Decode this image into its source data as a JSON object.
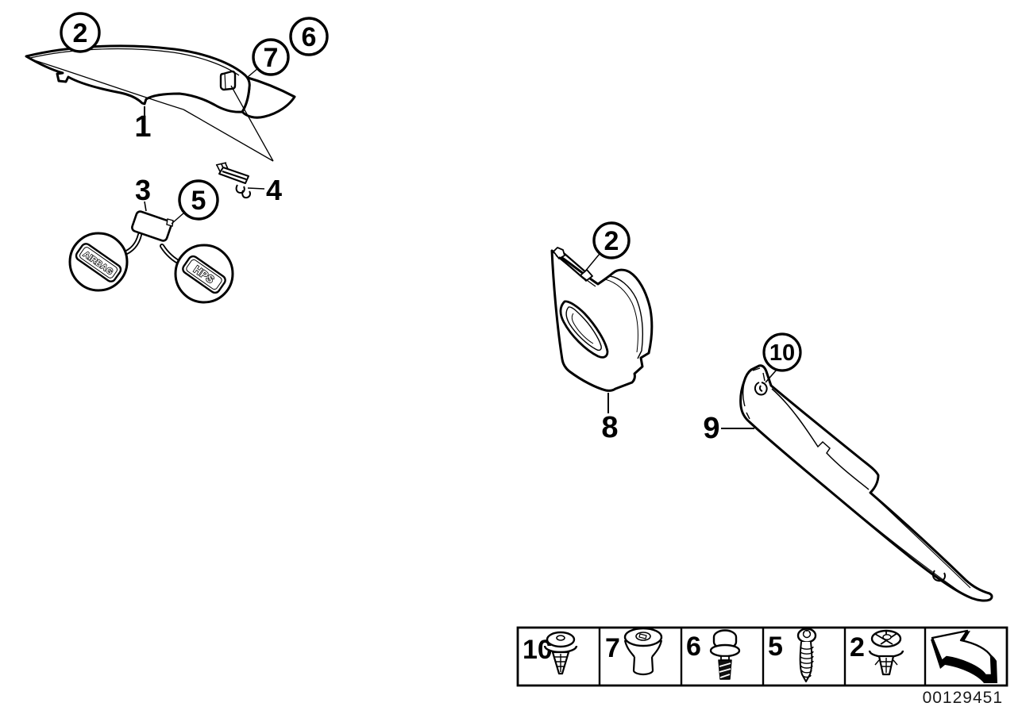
{
  "callouts": {
    "pillar_a": {
      "c2": "2",
      "c7": "7",
      "c6": "6",
      "l1": "1",
      "l3": "3",
      "c5": "5",
      "l4": "4"
    },
    "pillar_b": {
      "c2": "2",
      "l8": "8"
    },
    "sill": {
      "c10": "10",
      "l9": "9"
    }
  },
  "emblems": {
    "airbag": "AIRBAG",
    "hps": "HPS"
  },
  "legend": {
    "items": [
      {
        "label": "10",
        "icon": "expanding-rivet-icon"
      },
      {
        "label": "7",
        "icon": "grommet-plug-icon"
      },
      {
        "label": "6",
        "icon": "screw-washer-icon"
      },
      {
        "label": "5",
        "icon": "tapping-screw-icon"
      },
      {
        "label": "2",
        "icon": "expanding-clip-icon"
      },
      {
        "label": "",
        "icon": "overview-arrow-icon"
      }
    ]
  },
  "footer": {
    "document_number": "00129451"
  },
  "colors": {
    "line": "#000000",
    "background": "#ffffff"
  }
}
